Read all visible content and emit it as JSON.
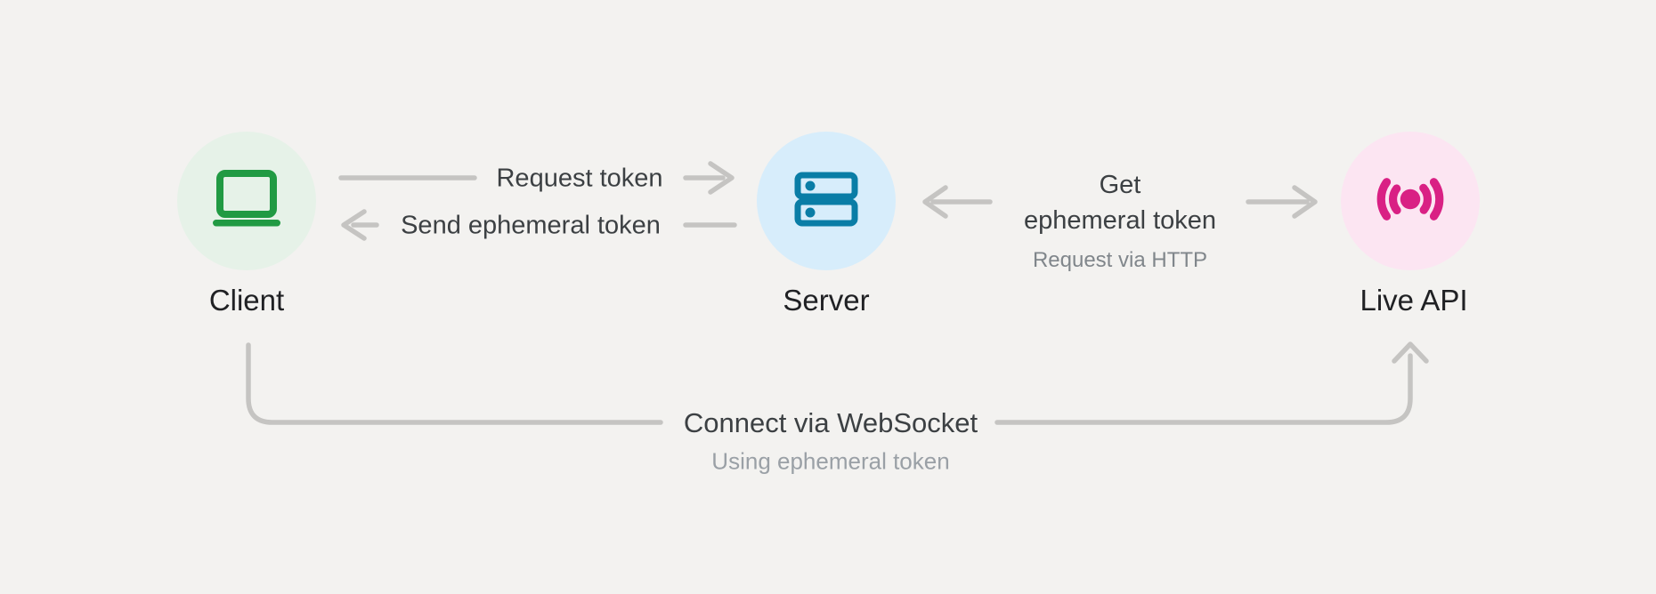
{
  "diagram": {
    "nodes": {
      "client": {
        "label": "Client",
        "icon": "laptop-icon",
        "accent": "#219a43",
        "fill": "#e6f2e8"
      },
      "server": {
        "label": "Server",
        "icon": "server-rack-icon",
        "accent": "#0a7da6",
        "fill": "#d7edfb"
      },
      "live_api": {
        "label": "Live API",
        "icon": "live-broadcast-icon",
        "accent": "#d92084",
        "fill": "#fce5f2"
      }
    },
    "edges": {
      "request_token": {
        "from": "Client",
        "to": "Server",
        "direction": "right",
        "label": "Request token"
      },
      "send_ephemeral_token": {
        "from": "Server",
        "to": "Client",
        "direction": "left",
        "label": "Send ephemeral token"
      },
      "get_ephemeral_token": {
        "from": "Server",
        "to": "Live API",
        "direction": "both-outward",
        "label_line1": "Get",
        "label_line2": "ephemeral token",
        "sublabel": "Request via HTTP"
      },
      "connect_websocket": {
        "from": "Client",
        "to": "Live API",
        "direction": "up-into-live-api",
        "label": "Connect via WebSocket",
        "sublabel": "Using ephemeral token"
      }
    },
    "colors": {
      "background": "#f3f2f0",
      "connector": "#c5c4c2",
      "edge_label_text": "#3c4043",
      "edge_sublabel_text": "#9aa0a6",
      "node_label_text": "#202124"
    }
  }
}
